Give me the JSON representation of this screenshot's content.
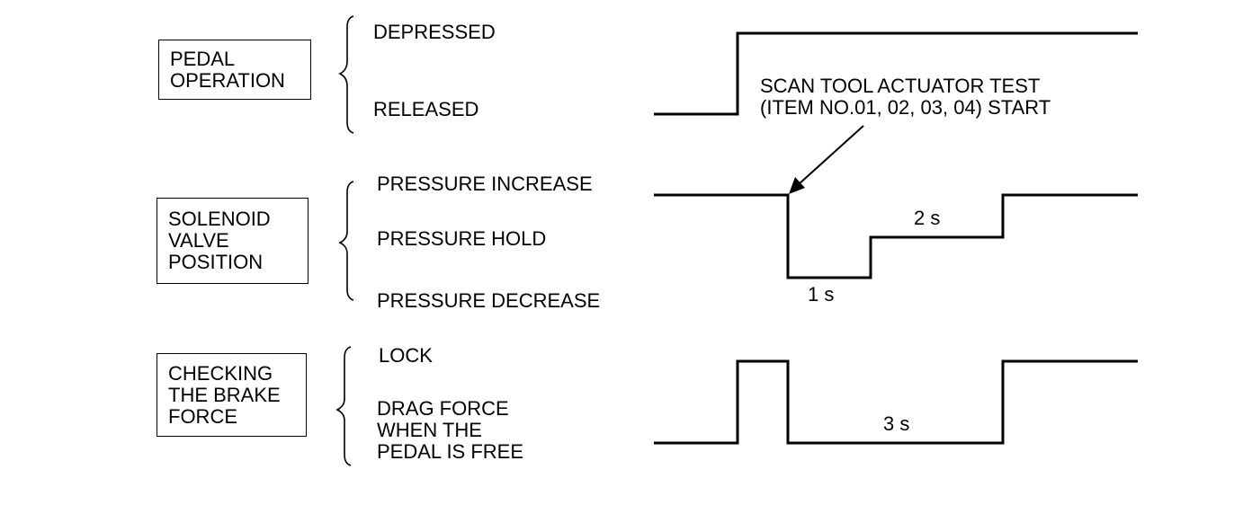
{
  "rows": [
    {
      "box_lines": [
        "PEDAL",
        "OPERATION"
      ],
      "states": [
        "DEPRESSED",
        "RELEASED"
      ]
    },
    {
      "box_lines": [
        "SOLENOID",
        "VALVE",
        "POSITION"
      ],
      "states": [
        "PRESSURE INCREASE",
        "PRESSURE HOLD",
        "PRESSURE DECREASE"
      ]
    },
    {
      "box_lines": [
        "CHECKING",
        "THE BRAKE",
        "FORCE"
      ],
      "states": [
        "LOCK",
        "DRAG FORCE",
        "WHEN THE",
        "PEDAL IS FREE"
      ]
    }
  ],
  "annotation": {
    "line1": "SCAN TOOL ACTUATOR TEST",
    "line2": "(ITEM NO.01, 02, 03, 04) START"
  },
  "durations": {
    "decrease": "1 s",
    "hold": "2 s",
    "drag": "3 s"
  }
}
